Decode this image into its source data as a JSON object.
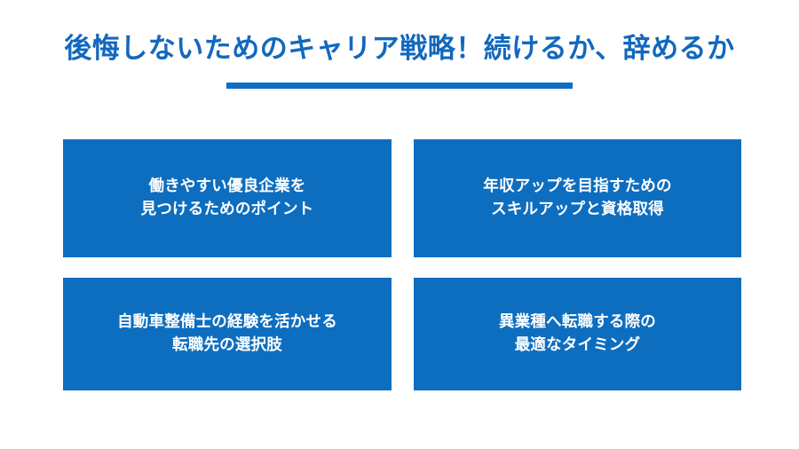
{
  "slide": {
    "background_color": "#ffffff",
    "title": "後悔しないためのキャリア戦略！続けるか、辞めるか",
    "title_color": "#1268be",
    "rule_color": "#0e6ec0",
    "card_color": "#0d6ebf",
    "card_text_color": "#ffffff"
  },
  "cards": [
    {
      "id": "card-1",
      "position": "top-left",
      "line1": "働きやすい優良企業を",
      "line2": "見つけるためのポイント"
    },
    {
      "id": "card-2",
      "position": "top-right",
      "line1": "年収アップを目指すための",
      "line2": "スキルアップと資格取得"
    },
    {
      "id": "card-3",
      "position": "bottom-left",
      "line1": "自動車整備士の経験を活かせる",
      "line2": "転職先の選択肢"
    },
    {
      "id": "card-4",
      "position": "bottom-right",
      "line1": "異業種へ転職する際の",
      "line2": "最適なタイミング"
    }
  ]
}
